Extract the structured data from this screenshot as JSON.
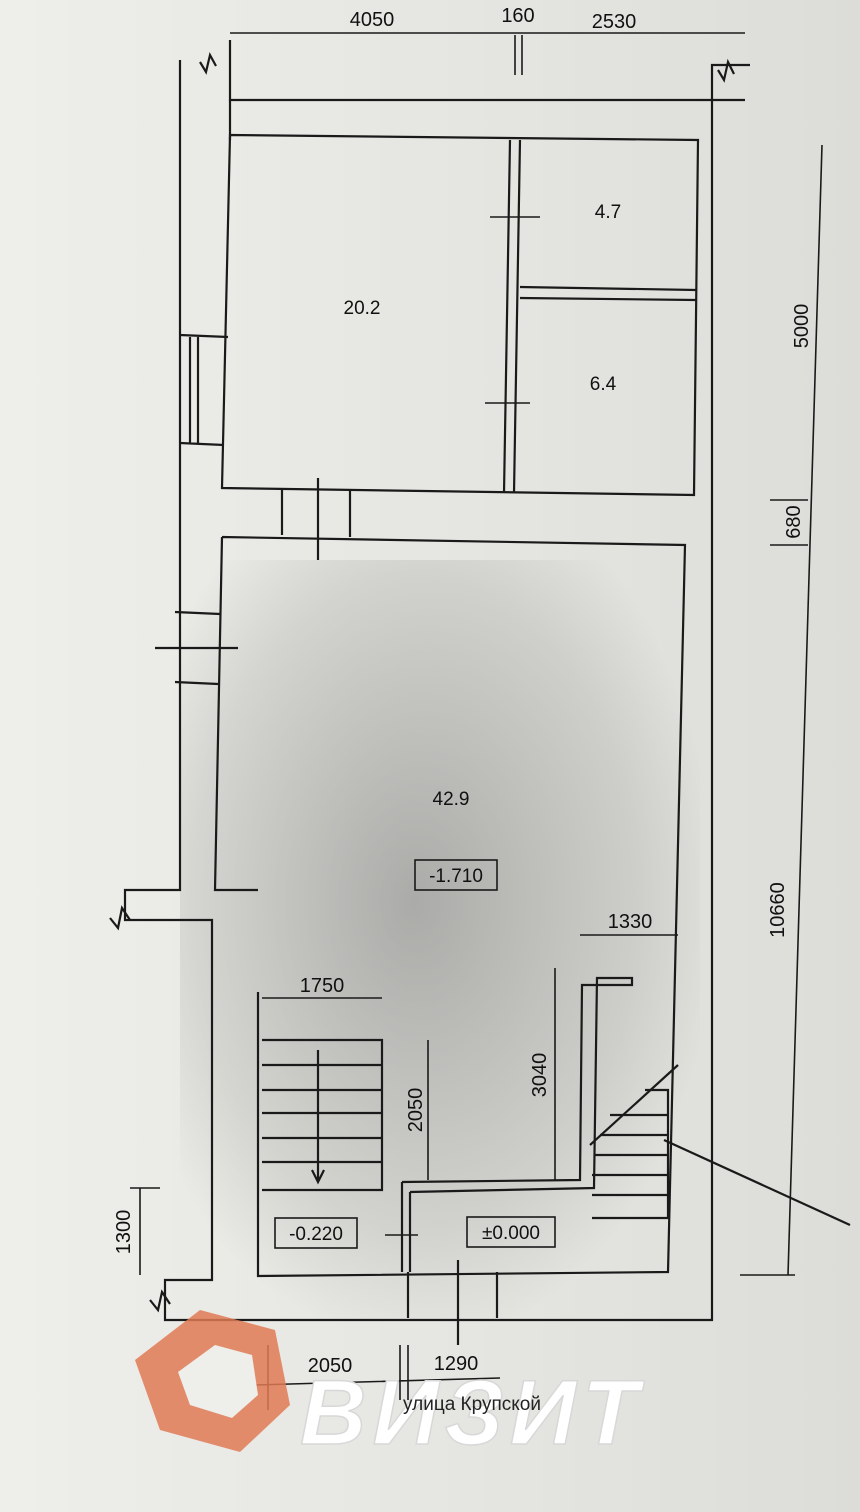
{
  "dimensions": {
    "top": [
      "4050",
      "160",
      "2530"
    ],
    "right": [
      "5000",
      "680",
      "10660"
    ],
    "stair_left_width": "1750",
    "stair_left_run": "2050",
    "corridor_length": "3040",
    "stair_right_width": "1330",
    "left_side": "1300",
    "bottom": [
      "2050",
      "1290"
    ]
  },
  "rooms": {
    "room_main": "20.2",
    "room_small_top": "4.7",
    "room_small_bottom": "6.4",
    "room_hall": "42.9"
  },
  "levels": {
    "hall": "-1.710",
    "stair_left": "-0.220",
    "entrance": "±0.000"
  },
  "street": "улица Крупской",
  "watermark": {
    "text": "ВИЗИТ",
    "color": "#e07a55"
  },
  "colors": {
    "line": "#1a1a1a",
    "paper": "#e8e8e4"
  }
}
